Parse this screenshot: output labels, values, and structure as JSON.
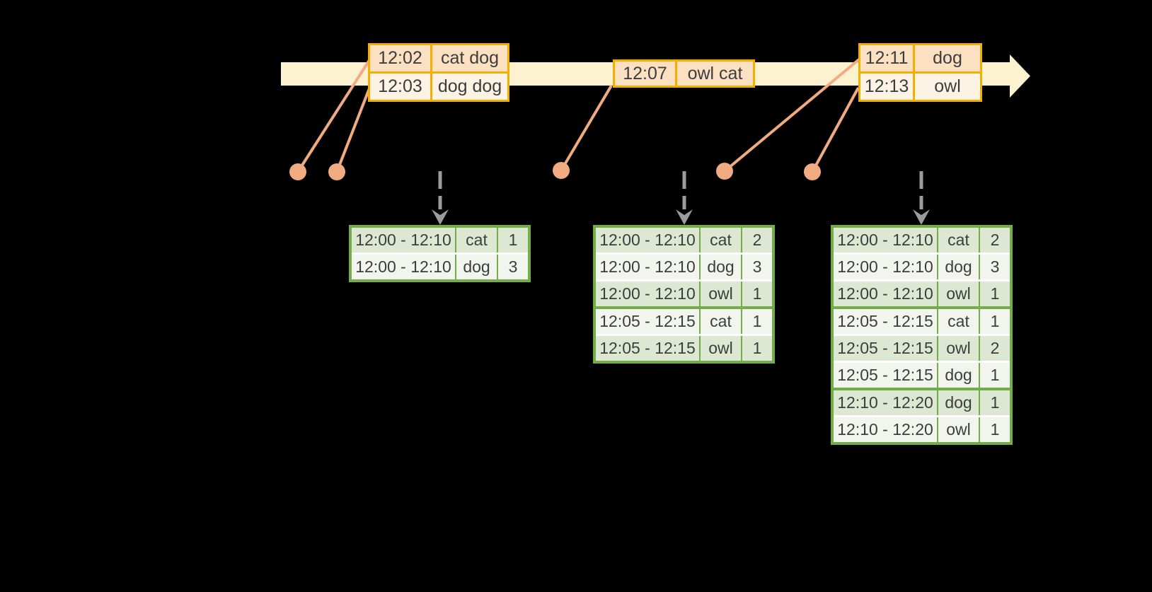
{
  "colors": {
    "background": "#000000",
    "timeline_band": "#fdf2cf",
    "event_border": "#f3ae00",
    "event_row_dark": "#fbe0c2",
    "event_row_light": "#fdf3e4",
    "dot_and_line": "#f0ac80",
    "result_border": "#72ad4a",
    "result_row_green": "#dde8d3",
    "result_row_light": "#f2f5ee",
    "trigger_arrow": "#9c9c9c"
  },
  "icons": {
    "timeline": "right-arrow",
    "trigger": "dashed-down-arrow",
    "event_marker": "dot"
  },
  "events": [
    {
      "rows": [
        {
          "time": "12:02",
          "words": "cat dog"
        },
        {
          "time": "12:03",
          "words": "dog dog"
        }
      ]
    },
    {
      "rows": [
        {
          "time": "12:07",
          "words": "owl cat"
        }
      ]
    },
    {
      "rows": [
        {
          "time": "12:11",
          "words": "dog"
        },
        {
          "time": "12:13",
          "words": "owl"
        }
      ]
    }
  ],
  "results": [
    {
      "groups": [
        {
          "rows": [
            {
              "window": "12:00 - 12:10",
              "word": "cat",
              "count": "1"
            },
            {
              "window": "12:00 - 12:10",
              "word": "dog",
              "count": "3"
            }
          ]
        }
      ]
    },
    {
      "groups": [
        {
          "rows": [
            {
              "window": "12:00 - 12:10",
              "word": "cat",
              "count": "2"
            },
            {
              "window": "12:00 - 12:10",
              "word": "dog",
              "count": "3"
            },
            {
              "window": "12:00 - 12:10",
              "word": "owl",
              "count": "1"
            }
          ]
        },
        {
          "rows": [
            {
              "window": "12:05 - 12:15",
              "word": "cat",
              "count": "1"
            },
            {
              "window": "12:05 - 12:15",
              "word": "owl",
              "count": "1"
            }
          ]
        }
      ]
    },
    {
      "groups": [
        {
          "rows": [
            {
              "window": "12:00 - 12:10",
              "word": "cat",
              "count": "2"
            },
            {
              "window": "12:00 - 12:10",
              "word": "dog",
              "count": "3"
            },
            {
              "window": "12:00 - 12:10",
              "word": "owl",
              "count": "1"
            }
          ]
        },
        {
          "rows": [
            {
              "window": "12:05 - 12:15",
              "word": "cat",
              "count": "1"
            },
            {
              "window": "12:05 - 12:15",
              "word": "owl",
              "count": "2"
            },
            {
              "window": "12:05 - 12:15",
              "word": "dog",
              "count": "1"
            }
          ]
        },
        {
          "rows": [
            {
              "window": "12:10 - 12:20",
              "word": "dog",
              "count": "1"
            },
            {
              "window": "12:10 - 12:20",
              "word": "owl",
              "count": "1"
            }
          ]
        }
      ]
    }
  ]
}
